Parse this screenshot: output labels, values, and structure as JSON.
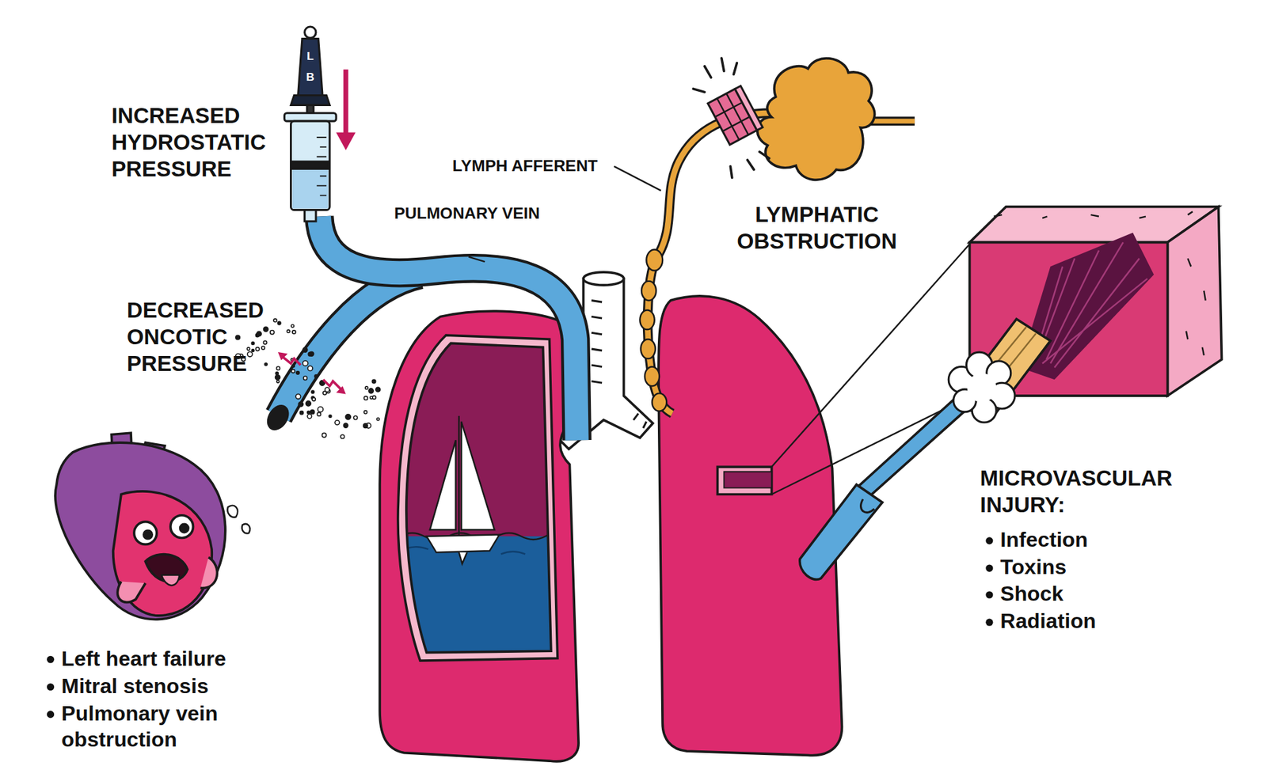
{
  "diagram": {
    "labels": [
      "INCREASED HYDROSTATIC PRESSURE",
      "L",
      "B",
      "PULMONARY VEIN",
      "LYMPH AFFERENT",
      "LYMPHATIC OBSTRUCTION",
      "DECREASED ONCOTIC PRESSURE",
      "MICROVASCULAR INJURY:",
      "Infection",
      "Toxins",
      "Shock",
      "Radiation",
      "Left heart failure",
      "Mitral stenosis",
      "Pulmonary vein obstruction"
    ]
  }
}
